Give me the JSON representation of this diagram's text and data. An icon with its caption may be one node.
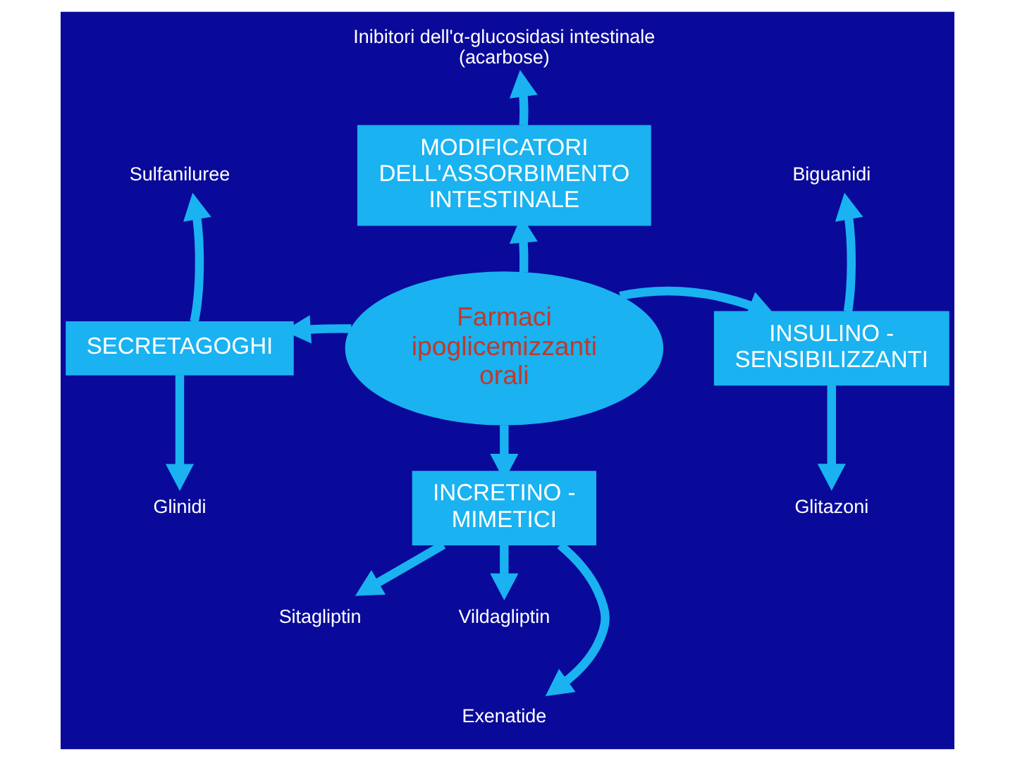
{
  "diagram": {
    "nodes": [
      {
        "text": [
          "Farmaci ipoglicemizzanti orali"
        ]
      },
      {
        "text": [
          "MODIFICATORI DELL'ASSORBIMENTO INTESTINALE"
        ]
      },
      {
        "text": [
          "Inibitori dell'α-glucosidasi intestinale (acarbose)"
        ]
      },
      {
        "text": [
          "SECRETAGOGHI"
        ]
      },
      {
        "text": [
          "Sulfaniluree"
        ]
      },
      {
        "text": [
          "Glinidi"
        ]
      },
      {
        "text": [
          "INSULINO - SENSIBILIZZANTI"
        ]
      },
      {
        "text": [
          "Biguanidi"
        ]
      },
      {
        "text": [
          "Glitazoni"
        ]
      },
      {
        "text": [
          "INCRETINO - MIMETICI"
        ]
      },
      {
        "text": [
          "Sitagliptin"
        ]
      },
      {
        "text": [
          "Vildagliptin"
        ]
      },
      {
        "text": [
          "Exenatide"
        ]
      }
    ],
    "edges": [
      {
        "from": 0,
        "to": 1,
        "arrow": "to"
      },
      {
        "from": 1,
        "to": 2,
        "arrow": "to"
      },
      {
        "from": 0,
        "to": 3,
        "arrow": "to"
      },
      {
        "from": 3,
        "to": 4,
        "arrow": "to"
      },
      {
        "from": 3,
        "to": 5,
        "arrow": "to"
      },
      {
        "from": 0,
        "to": 6,
        "arrow": "to"
      },
      {
        "from": 6,
        "to": 7,
        "arrow": "to"
      },
      {
        "from": 6,
        "to": 8,
        "arrow": "to"
      },
      {
        "from": 0,
        "to": 9,
        "arrow": "to"
      },
      {
        "from": 9,
        "to": 10,
        "arrow": "to"
      },
      {
        "from": 9,
        "to": 11,
        "arrow": "to"
      },
      {
        "from": 9,
        "to": 12,
        "arrow": "to"
      }
    ]
  }
}
